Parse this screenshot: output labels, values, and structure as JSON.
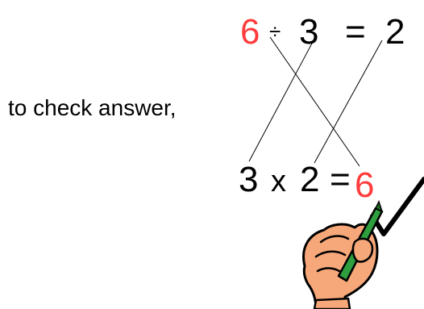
{
  "instruction": "to check answer,",
  "division": {
    "dividend": "6",
    "operator": "÷",
    "divisor": "3",
    "equals": "=",
    "quotient": "2"
  },
  "multiplication": {
    "factor_a": "3",
    "operator": "x",
    "factor_b": "2",
    "equals": "=",
    "product": "6"
  },
  "colors": {
    "highlight": "#ff3b3b",
    "text": "#000000",
    "hand_fill": "#f7a87a",
    "pen": "#2e9e3e"
  },
  "icons": {
    "hand": "hand-holding-pen-icon",
    "check": "checkmark-icon"
  }
}
